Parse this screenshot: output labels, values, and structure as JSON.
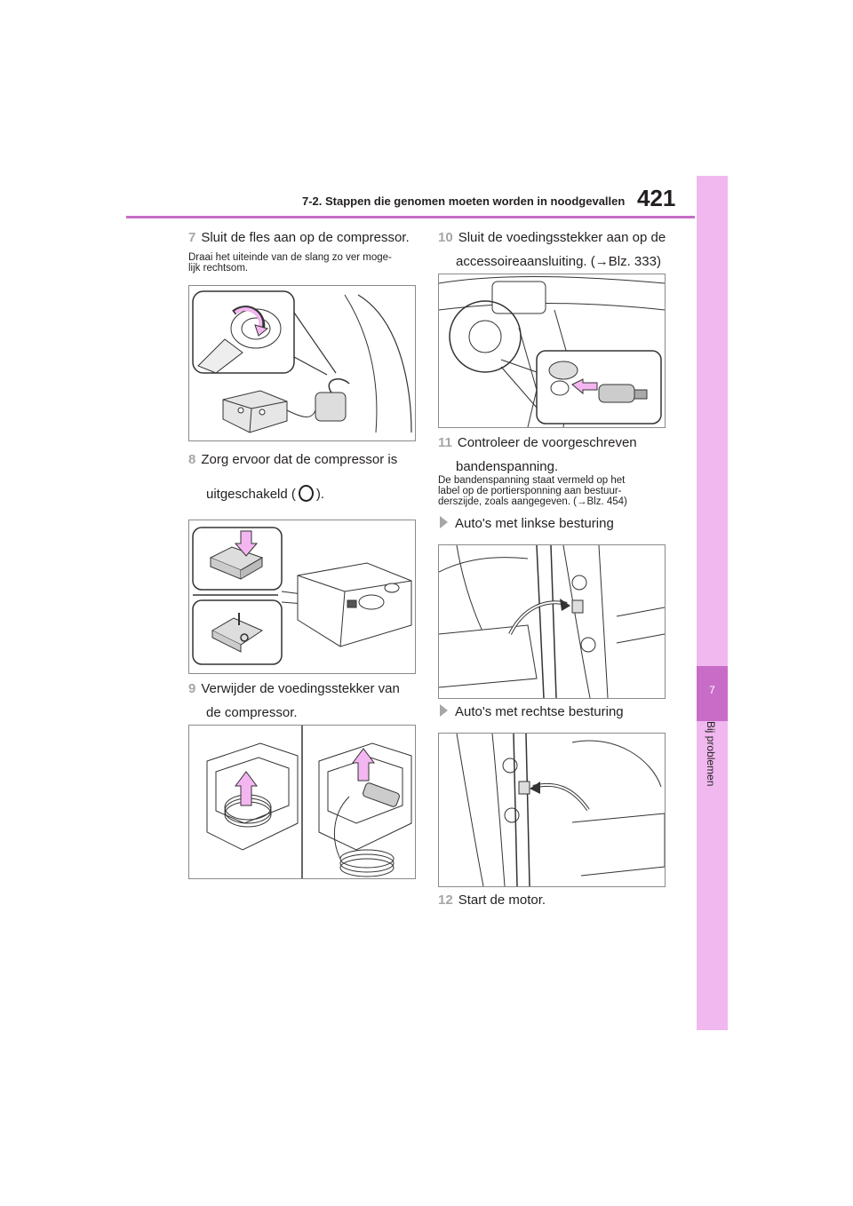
{
  "header": {
    "section_title": "7-2. Stappen die genomen moeten worden in noodgevallen",
    "page_number": "421"
  },
  "side_tab": {
    "chapter_number": "7",
    "chapter_label": "Bij problemen"
  },
  "left_column": {
    "step7": {
      "num": "7",
      "text": "Sluit de fles aan op de compressor."
    },
    "step7_note": {
      "line1": "Draai het uiteinde van de slang zo ver moge-",
      "line2": "lijk rechtsom."
    },
    "step8": {
      "num": "8",
      "line1": "Zorg ervoor dat de compressor is",
      "line2_pre": "uitgeschakeld (",
      "line2_post": ")."
    },
    "step9": {
      "num": "9",
      "line1": "Verwijder de voedingsstekker van",
      "line2": "de compressor."
    }
  },
  "right_column": {
    "step10": {
      "num": "10",
      "line1": "Sluit de voedingsstekker aan op de",
      "line2": "accessoireaansluiting. (→Blz. 333)"
    },
    "step11": {
      "num": "11",
      "line1": "Controleer de voorgeschreven",
      "line2": "bandenspanning."
    },
    "step11_note": {
      "line1": "De bandenspanning staat vermeld op het",
      "line2": "label op de portiersponning aan bestuur-",
      "line3": "derszijde, zoals aangegeven. (→Blz. 454)"
    },
    "bullet_lhd": "Auto's met linkse besturing",
    "bullet_rhd": "Auto's met rechtse besturing",
    "step12": {
      "num": "12",
      "text": "Start de motor."
    }
  },
  "icons": {
    "off_symbol": "power-off-circle-icon",
    "bullet": "triangle-bullet-icon"
  },
  "colors": {
    "accent": "#c86cc8",
    "side_tab": "#f0b8ee",
    "arrow_fill": "#f4b6f0",
    "step_number": "#a6a6a6"
  }
}
